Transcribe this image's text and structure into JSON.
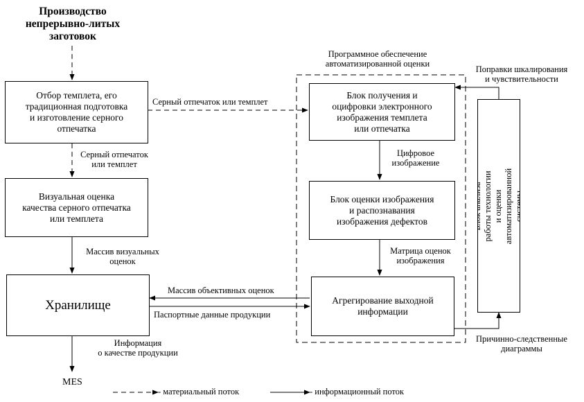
{
  "top_title": "Производство\nнепрерывно-литых\nзаготовок",
  "software_title": "Программное обеспечение\nавтоматизированной оценки",
  "boxes": {
    "selection": "Отбор темплета, его\nтрадиционная подготовка\nи изготовление серного\nотпечатка",
    "visual": "Визуальная оценка\nкачества серного отпечатка\nили темплета",
    "storage": "Хранилище",
    "acquisition": "Блок получения и\nоцифровки электронного\nизображения темплета\nили отпечатка",
    "recognition": "Блок оценки изображения\nи распознавания\nизображения дефектов",
    "aggregation": "Агрегирование выходной\nинформации",
    "analysis": "Блок анализа работы технологии и оценки\nавтоматизированной системы"
  },
  "labels": {
    "gray_print_horizontal": "Серный отпечаток или темплет",
    "gray_print_vertical": "Серный отпечаток\nили темплет",
    "visual_array": "Массив визуальных\nоценок",
    "objective_array": "Массив объективных оценок",
    "passport_data": "Паспортные данные продукции",
    "quality_info": "Информация\nо качестве продукции",
    "mes": "MES",
    "digital_image": "Цифровое\nизображение",
    "matrix": "Матрица оценок\nизображения",
    "corrections": "Поправки шкалирования\nи чувствительности",
    "causal": "Причинно-следственные\nдиаграммы"
  },
  "legend": {
    "material": "- материальный поток",
    "info": "- информационный поток"
  }
}
